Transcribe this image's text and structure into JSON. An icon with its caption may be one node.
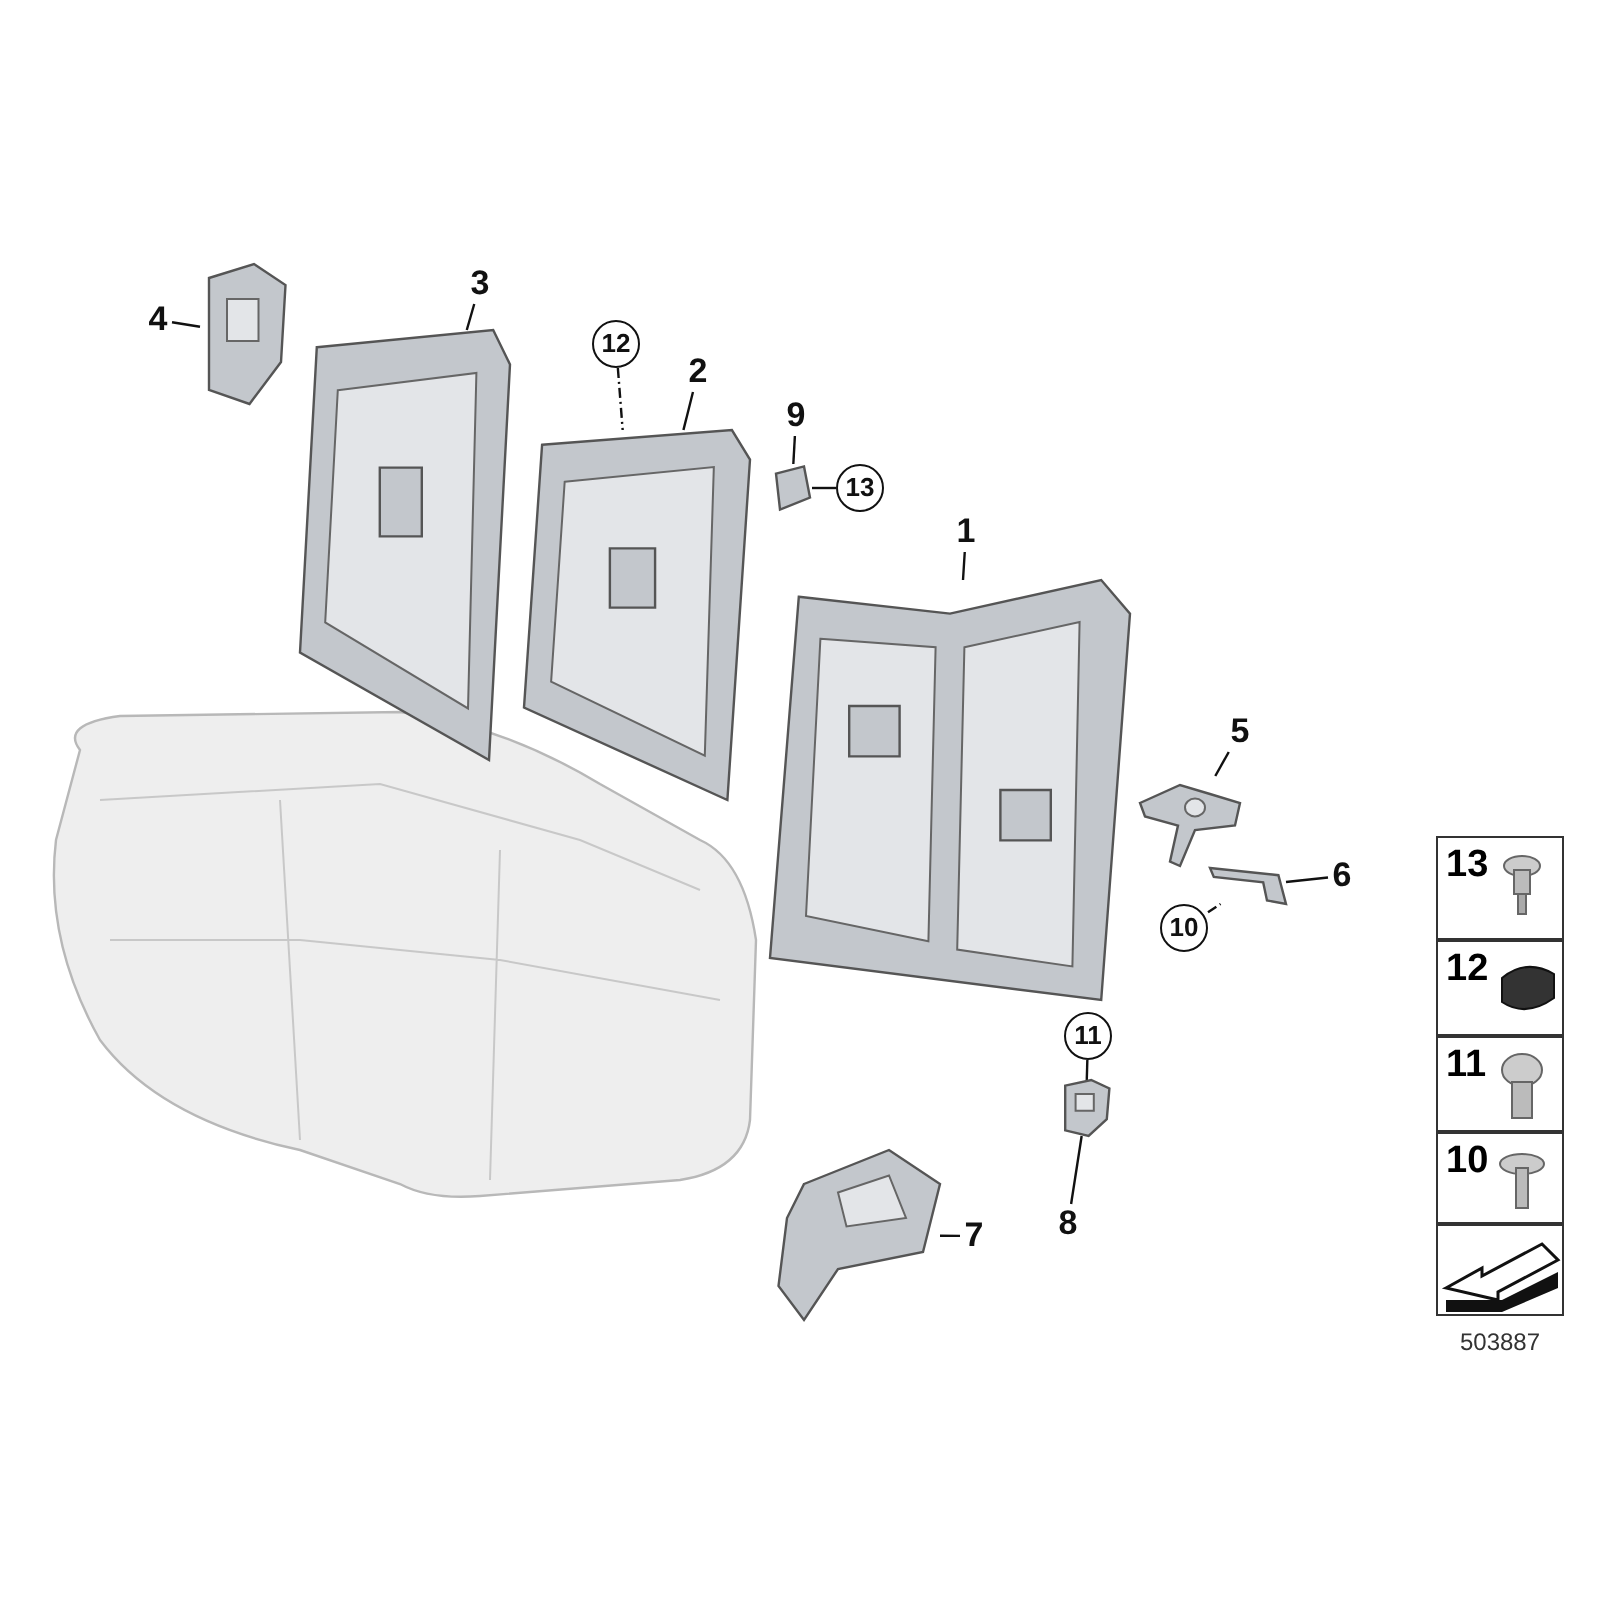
{
  "diagram": {
    "nodes": [
      {
        "text": [
          "4"
        ]
      },
      {
        "text": [],
        "shape": "picture"
      },
      {
        "text": [
          "3"
        ]
      },
      {
        "text": [],
        "shape": "picture"
      },
      {
        "text": [
          "12"
        ]
      },
      {
        "text": [
          "2"
        ]
      },
      {
        "text": [],
        "shape": "picture"
      },
      {
        "text": [
          "9"
        ]
      },
      {
        "text": [],
        "shape": "picture"
      },
      {
        "text": [
          "13"
        ]
      },
      {
        "text": [
          "1"
        ]
      },
      {
        "text": [],
        "shape": "picture"
      },
      {
        "text": [
          "5"
        ]
      },
      {
        "text": [],
        "shape": "picture"
      },
      {
        "text": [
          "6"
        ]
      },
      {
        "text": [],
        "shape": "picture"
      },
      {
        "text": [
          "10"
        ]
      },
      {
        "text": [
          "11"
        ]
      },
      {
        "text": [],
        "shape": "picture"
      },
      {
        "text": [
          "8"
        ]
      },
      {
        "text": [
          "7"
        ]
      },
      {
        "text": [],
        "shape": "picture"
      }
    ],
    "edges": [
      {
        "from": 0,
        "to": 1,
        "arrow": "none"
      },
      {
        "from": 2,
        "to": 3,
        "arrow": "none"
      },
      {
        "from": 4,
        "to": 6,
        "arrow": "none",
        "style": "dashed"
      },
      {
        "from": 5,
        "to": 6,
        "arrow": "none"
      },
      {
        "from": 7,
        "to": 8,
        "arrow": "none"
      },
      {
        "from": 9,
        "to": 8,
        "arrow": "none"
      },
      {
        "from": 10,
        "to": 11,
        "arrow": "none"
      },
      {
        "from": 12,
        "to": 13,
        "arrow": "none"
      },
      {
        "from": 14,
        "to": 15,
        "arrow": "none"
      },
      {
        "from": 16,
        "to": 15,
        "arrow": "none",
        "style": "dashed"
      },
      {
        "from": 17,
        "to": 18,
        "arrow": "none"
      },
      {
        "from": 19,
        "to": 18,
        "arrow": "none"
      },
      {
        "from": 20,
        "to": 21,
        "arrow": "none"
      }
    ],
    "labels": [
      "13",
      "12",
      "11",
      "10",
      "503887"
    ]
  }
}
